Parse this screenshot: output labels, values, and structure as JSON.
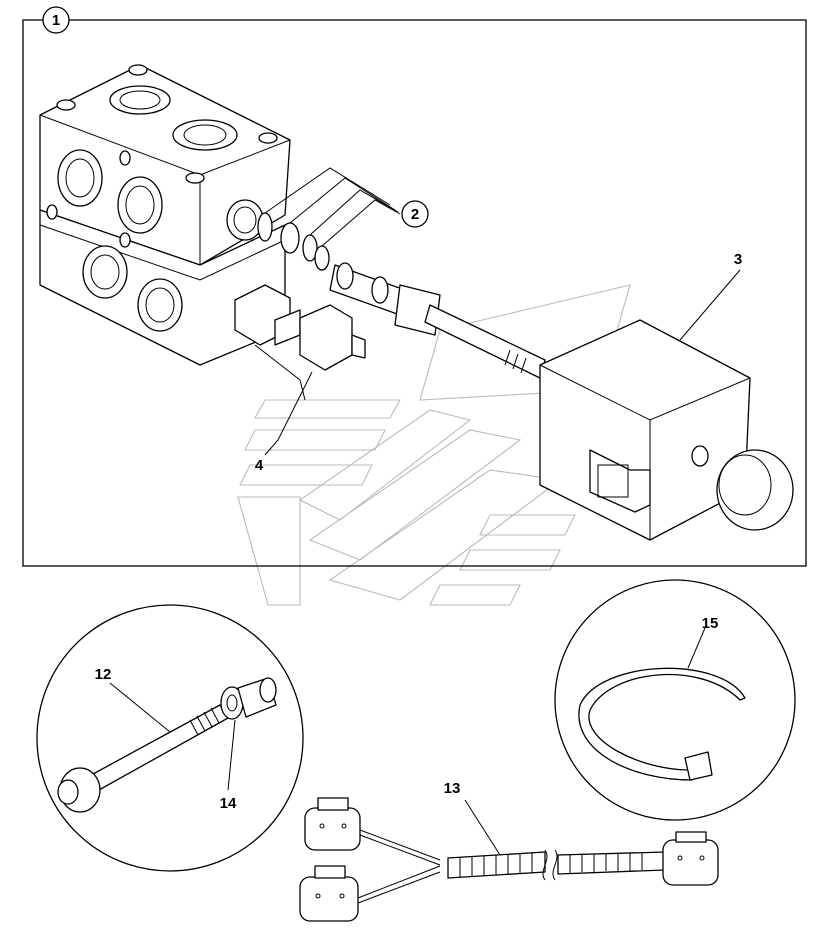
{
  "callouts": {
    "assembly": "1",
    "seals": "2",
    "solenoid": "3",
    "fitting": "4",
    "bolt": "12",
    "harness": "13",
    "washer": "14",
    "cable_tie": "15"
  }
}
